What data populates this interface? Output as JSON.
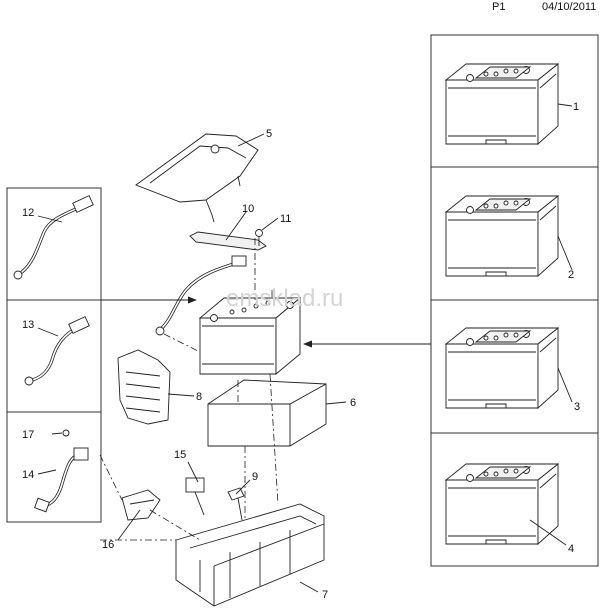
{
  "header": {
    "page_label": "P1",
    "date": "04/10/2011"
  },
  "watermark": "emsklad.ru",
  "callouts": [
    "1",
    "2",
    "3",
    "4",
    "5",
    "6",
    "7",
    "8",
    "9",
    "10",
    "11",
    "12",
    "13",
    "14",
    "15",
    "16",
    "17"
  ]
}
